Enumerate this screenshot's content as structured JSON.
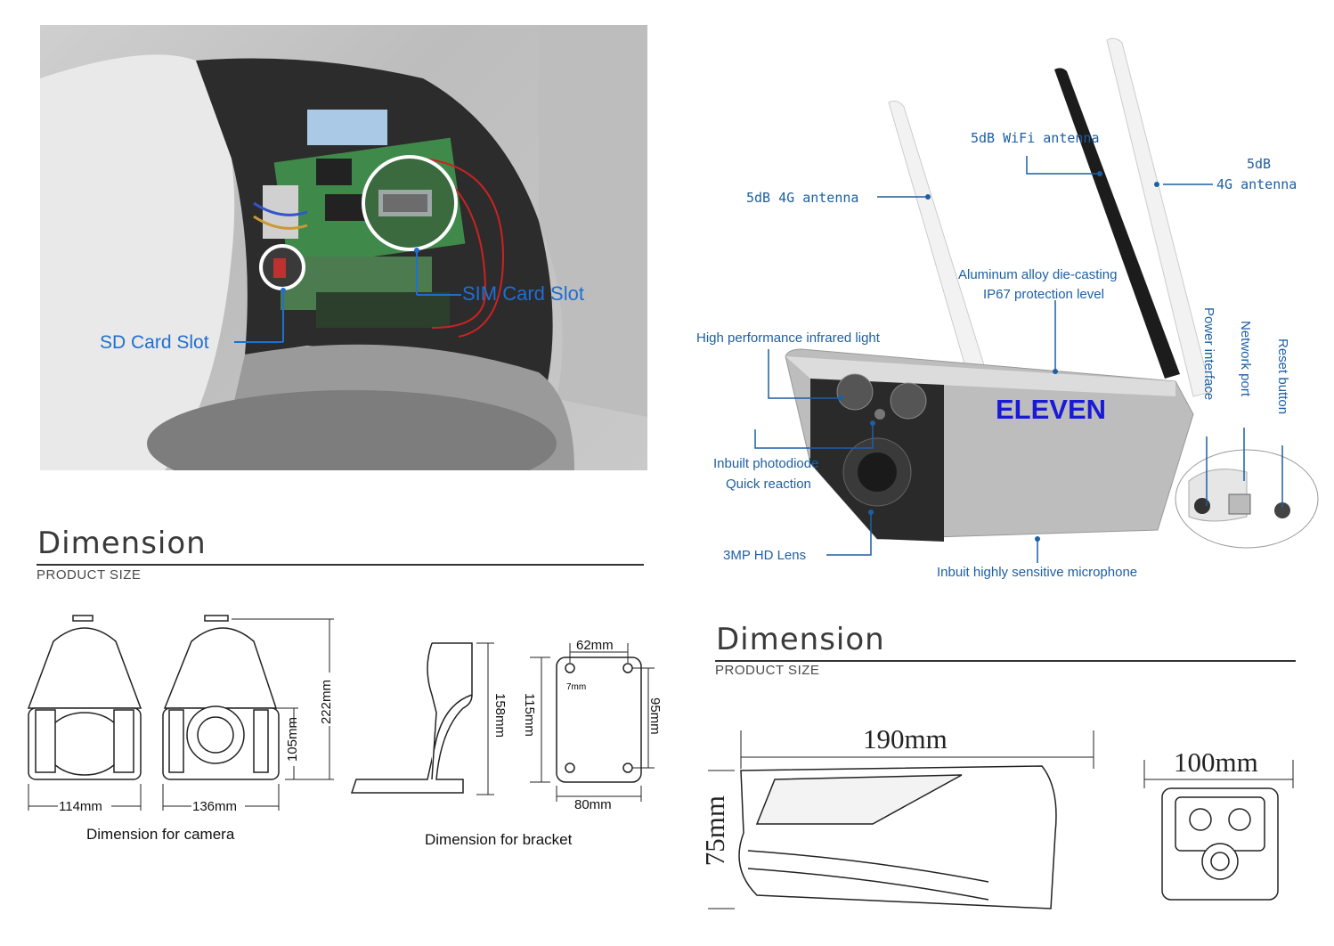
{
  "photo_labels": {
    "sd_card_slot": "SD Card Slot",
    "sim_card_slot": "SIM Card Slot"
  },
  "camera_callouts": {
    "wifi_antenna": "5dB WiFi antenna",
    "left_antenna": "5dB 4G antenna",
    "right_antenna_line1": "5dB",
    "right_antenna_line2": "4G antenna",
    "housing_line1": "Aluminum alloy die-casting",
    "housing_line2": "IP67 protection level",
    "infrared": "High performance infrared light",
    "brand": "ELEVEN",
    "photodiode_line1": "Inbuilt photodiode",
    "photodiode_line2": "Quick reaction",
    "lens": "3MP HD Lens",
    "microphone": "Inbuit highly sensitive microphone",
    "power": "Power interface",
    "network": "Network port",
    "reset": "Reset button"
  },
  "dimension_left": {
    "title": "Dimension",
    "subtitle": "PRODUCT  SIZE",
    "camera": {
      "width_front": "114mm",
      "width_side": "136mm",
      "height_total": "222mm",
      "height_lower": "105mm",
      "caption": "Dimension for camera"
    },
    "bracket": {
      "height": "158mm",
      "plate_height_outer": "115mm",
      "plate_height_inner": "95mm",
      "plate_width_inner": "62mm",
      "plate_width_outer": "80mm",
      "hole": "7mm",
      "caption": "Dimension for bracket"
    }
  },
  "dimension_right": {
    "title": "Dimension",
    "subtitle": "PRODUCT  SIZE",
    "length": "190mm",
    "height": "75mm",
    "width": "100mm"
  },
  "colors": {
    "callout_blue": "#1d5fa3",
    "photo_label_blue": "#1f6fd1",
    "brand_blue": "#1a1ad6"
  }
}
